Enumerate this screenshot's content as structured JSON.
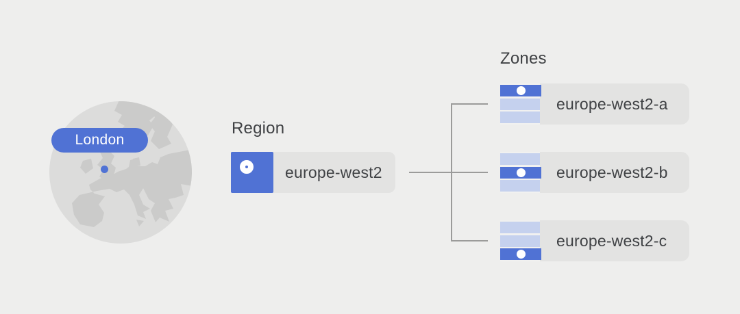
{
  "colors": {
    "bg": "#eeeeed",
    "box": "#e3e3e2",
    "accent": "#5072d4",
    "accent-light": "#c5d1ee",
    "globe": "#dcdcdb",
    "land": "#cbcbca",
    "line": "#9b9b9a",
    "text": "#3f4144",
    "bar-gap": "#f1f1f0"
  },
  "map": {
    "location_label": "London"
  },
  "region": {
    "label": "Region",
    "name": "europe-west2"
  },
  "zones": {
    "label": "Zones",
    "items": [
      {
        "name": "europe-west2-a",
        "active_bar": 0
      },
      {
        "name": "europe-west2-b",
        "active_bar": 1
      },
      {
        "name": "europe-west2-c",
        "active_bar": 2
      }
    ]
  }
}
